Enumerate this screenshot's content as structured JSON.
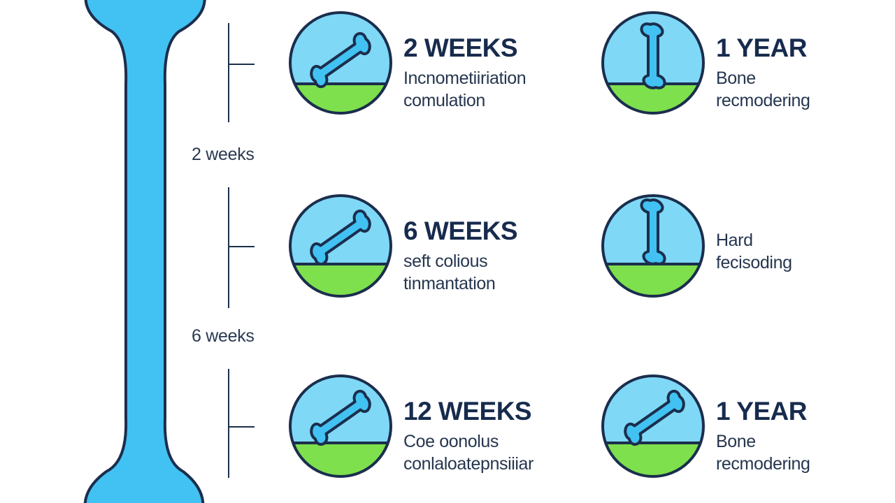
{
  "colors": {
    "bone_fill": "#42c2f2",
    "outline": "#1b2e4d",
    "badge_sky": "#7fd8f6",
    "badge_grass": "#7ee04c"
  },
  "timeline": {
    "labels": [
      "2 weeks",
      "6 weeks"
    ]
  },
  "stages": [
    {
      "heading": "2 WEEKS",
      "lines": [
        "Incnometiiriation",
        "comulation"
      ],
      "icon": "bone-diagonal-icon"
    },
    {
      "heading": "1 YEAR",
      "lines": [
        "Bone",
        "recmodering"
      ],
      "icon": "bone-vertical-icon"
    },
    {
      "heading": "6 WEEKS",
      "lines": [
        "seft colious",
        "tinmantation"
      ],
      "icon": "bone-diagonal-icon"
    },
    {
      "heading": "",
      "lines": [
        "Hard",
        "fecisoding"
      ],
      "icon": "bone-vertical-icon"
    },
    {
      "heading": "12 WEEKS",
      "lines": [
        "Coe oonolus",
        "conlaloatepnsiiiar"
      ],
      "icon": "bone-diagonal-icon"
    },
    {
      "heading": "1 YEAR",
      "lines": [
        "Bone",
        "recmodering"
      ],
      "icon": "bone-diagonal-icon"
    }
  ]
}
